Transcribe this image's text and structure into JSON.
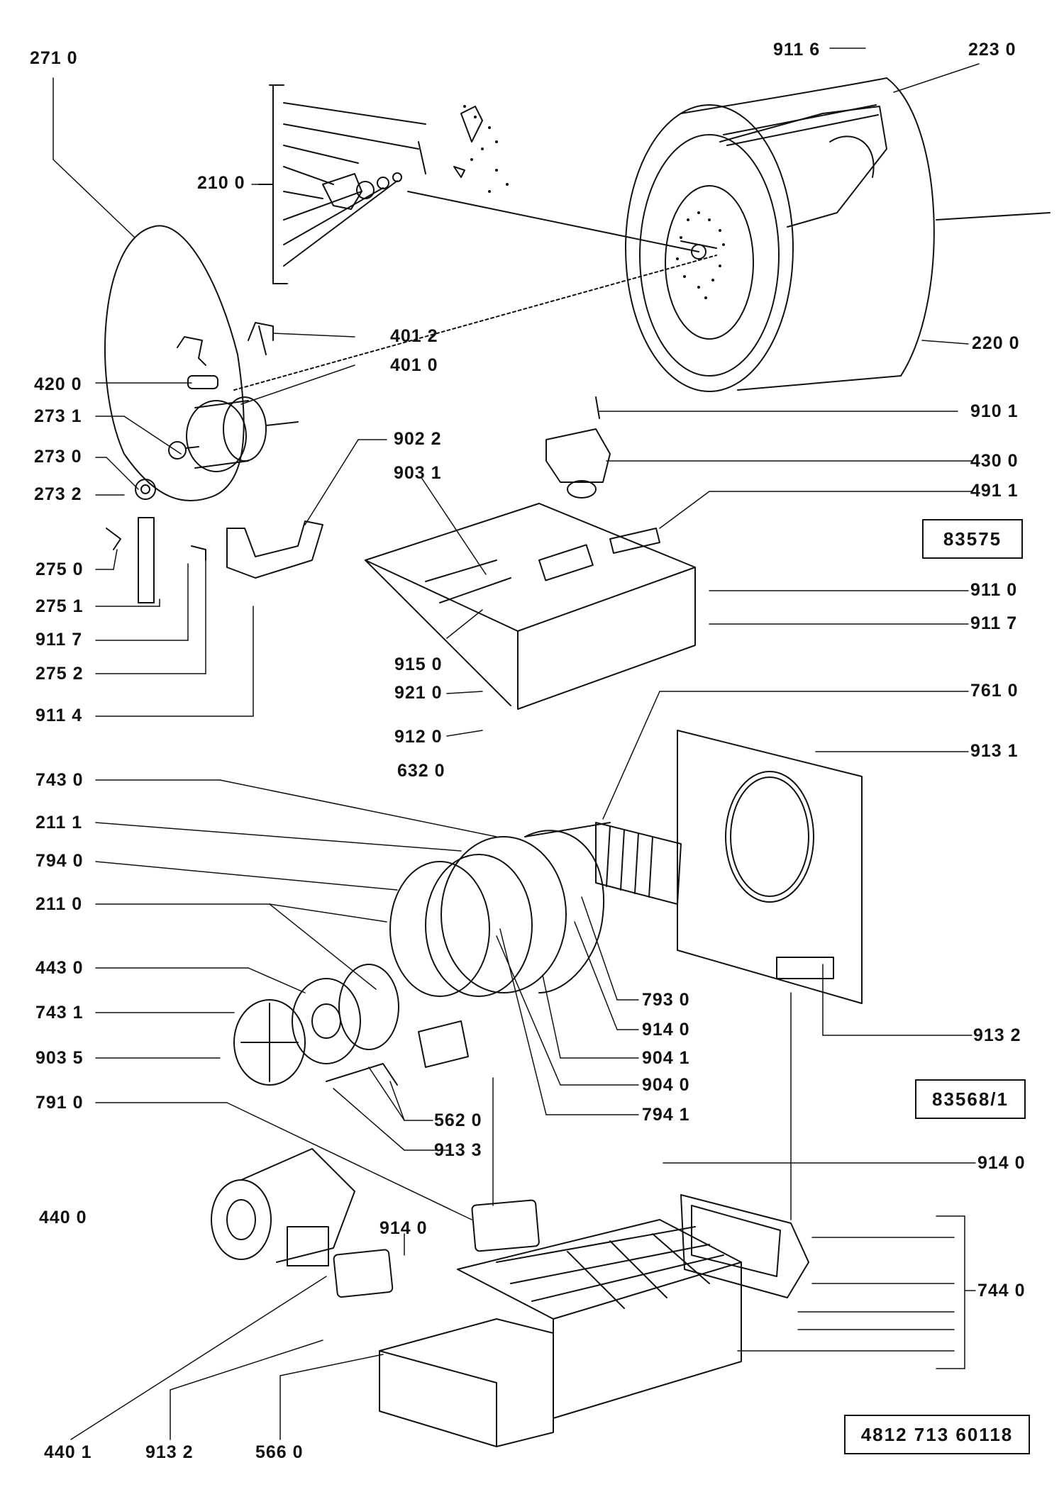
{
  "labels": {
    "l2710": "271 0",
    "l2100": "210 0",
    "l4012": "401 2",
    "l4010": "401 0",
    "l4200": "420 0",
    "l2731": "273 1",
    "l2730": "273 0",
    "l2732": "273 2",
    "l2750": "275 0",
    "l2751": "275 1",
    "l9117a": "911 7",
    "l2752": "275 2",
    "l9114": "911 4",
    "l9116": "911 6",
    "l2230": "223 0",
    "l2200": "220 0",
    "l9101": "910 1",
    "l4300": "430 0",
    "l4911": "491 1",
    "l9022": "902 2",
    "l9031": "903 1",
    "l9110": "911 0",
    "l9117b": "911 7",
    "l9150": "915 0",
    "l9210": "921 0",
    "l9120": "912 0",
    "l7610": "761 0",
    "l9131": "913 1",
    "l6320": "632 0",
    "l7430": "743 0",
    "l2111": "211 1",
    "l7940": "794 0",
    "l2110": "211 0",
    "l4430": "443 0",
    "l7431": "743 1",
    "l9035": "903 5",
    "l7910": "791 0",
    "l7930": "793 0",
    "l9140a": "914 0",
    "l9041": "904 1",
    "l9040": "904 0",
    "l7941": "794 1",
    "l9132a": "913 2",
    "l5620": "562 0",
    "l9133": "913 3",
    "l9140b": "914 0",
    "l4400": "440 0",
    "l9140c": "914 0",
    "l7440": "744 0",
    "l4401": "440 1",
    "l9132b": "913 2",
    "l5660": "566 0"
  },
  "boxes": {
    "code1": "83575",
    "code2": "83568/1",
    "partno": "4812 713 60118"
  }
}
